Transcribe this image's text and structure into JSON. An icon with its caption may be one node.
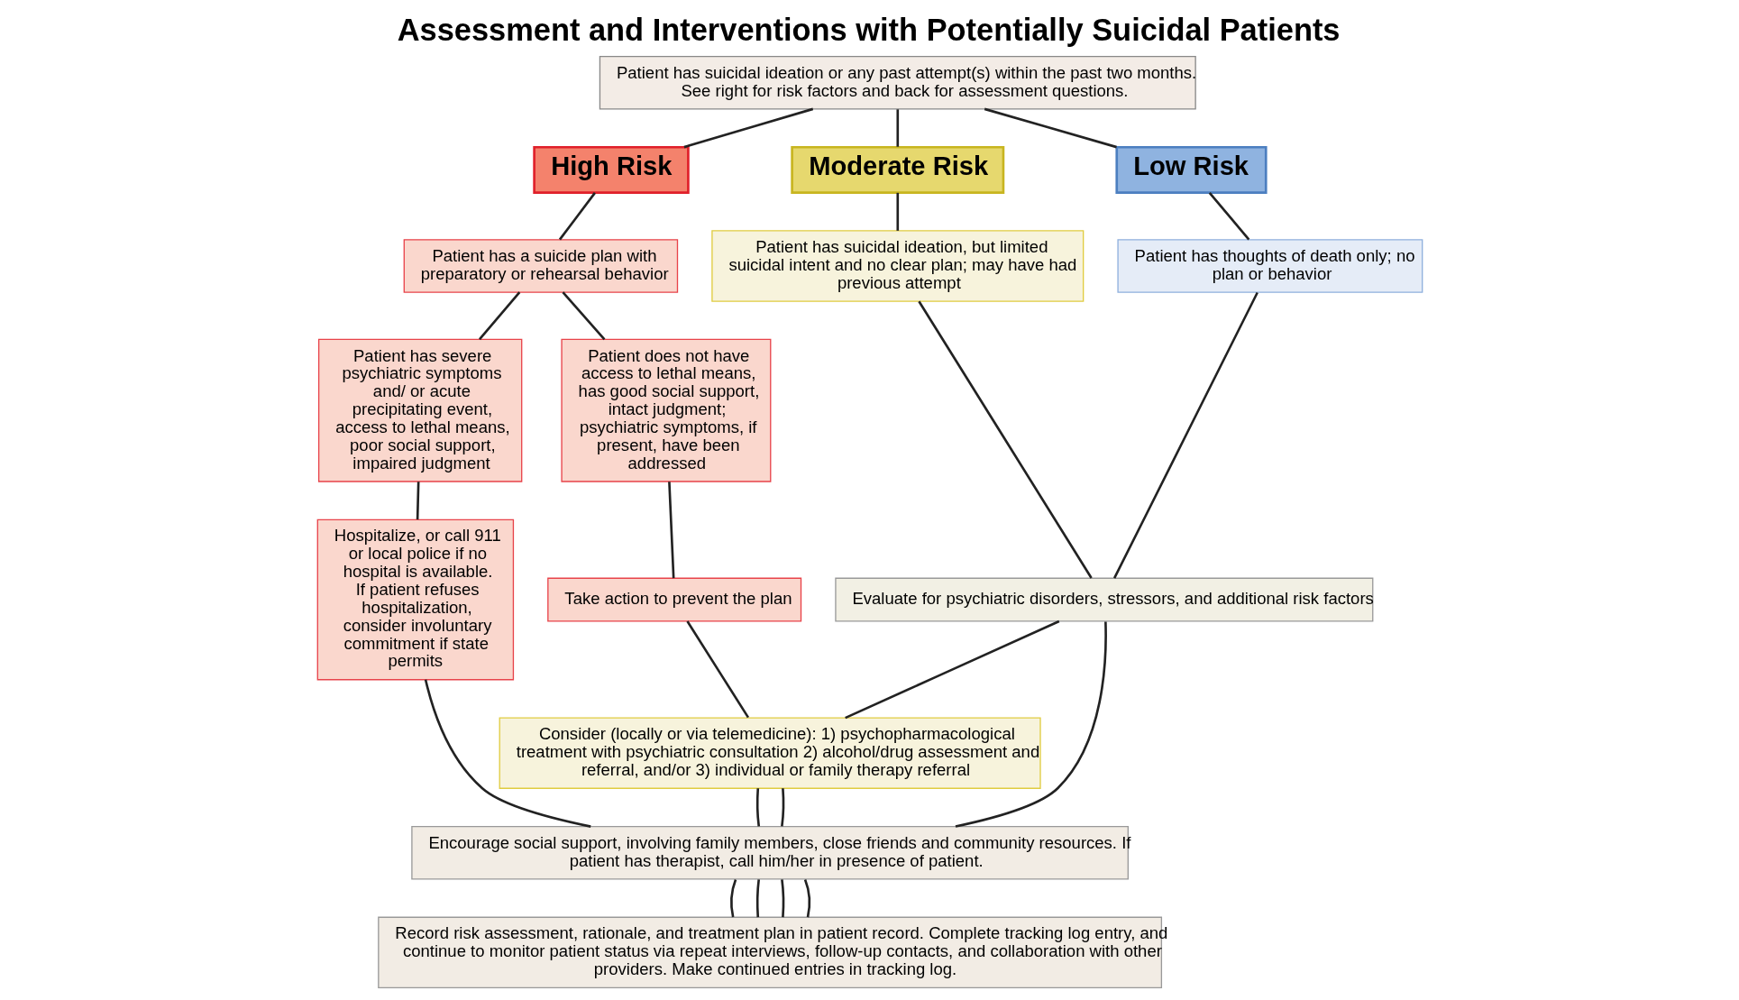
{
  "diagram": {
    "title": "Assessment and Interventions with Potentially Suicidal Patients",
    "nodes": [
      {
        "text": [
          "Patient has suicidal ideation or any past attempt(s) within the past two months. See right for risk factors and back for assessment questions."
        ]
      },
      {
        "text": [
          "High Risk"
        ]
      },
      {
        "text": [
          "Moderate Risk"
        ]
      },
      {
        "text": [
          "Low Risk"
        ]
      },
      {
        "text": [
          "Patient has a suicide plan with preparatory or rehearsal behavior"
        ]
      },
      {
        "text": [
          "Patient has suicidal ideation, but limited suicidal intent and no clear plan; may have had previous attempt"
        ]
      },
      {
        "text": [
          "Patient has thoughts of death only; no plan or behavior"
        ]
      },
      {
        "text": [
          "Patient has severe psychiatric symptoms and/ or acute precipitating event, access to lethal means, poor social support, impaired judgment"
        ]
      },
      {
        "text": [
          "Patient does not have access to lethal means, has good social support, intact judgment; psychiatric symptoms, if present, have been addressed"
        ]
      },
      {
        "text": [
          "Evaluate for psychiatric disorders, stressors, and additional risk factors"
        ]
      },
      {
        "text": [
          "Hospitalize, or call 911 or local police if no hospital is available. If patient refuses hospitalization, consider involuntary commitment if state permits"
        ]
      },
      {
        "text": [
          "Take action to prevent the plan"
        ]
      },
      {
        "text": [
          "Consider (locally or via telemedicine): 1) psychopharmacological treatment with psychiatric consultation 2) alcohol/drug assessment and referral, and/or 3) individual or family therapy referral"
        ]
      },
      {
        "text": [
          "Encourage social support, involving family members, close friends and community resources. If patient has therapist, call him/her in presence of patient."
        ]
      },
      {
        "text": [
          "Record risk assessment, rationale, and treatment plan in patient record. Complete tracking log entry, and continue to monitor patient status via repeat interviews, follow-up contacts, and collaboration with other providers. Make continued entries in tracking log."
        ]
      }
    ],
    "edges": [
      {
        "from": 0,
        "to": 1,
        "arrow": "none"
      },
      {
        "from": 0,
        "to": 2,
        "arrow": "none"
      },
      {
        "from": 0,
        "to": 3,
        "arrow": "none"
      },
      {
        "from": 1,
        "to": 4,
        "arrow": "none"
      },
      {
        "from": 2,
        "to": 5,
        "arrow": "none"
      },
      {
        "from": 3,
        "to": 6,
        "arrow": "none"
      },
      {
        "from": 4,
        "to": 7,
        "arrow": "none"
      },
      {
        "from": 4,
        "to": 8,
        "arrow": "none"
      },
      {
        "from": 5,
        "to": 9,
        "arrow": "none"
      },
      {
        "from": 6,
        "to": 9,
        "arrow": "none"
      },
      {
        "from": 7,
        "to": 10,
        "arrow": "none"
      },
      {
        "from": 8,
        "to": 11,
        "arrow": "none"
      },
      {
        "from": 11,
        "to": 12,
        "arrow": "none"
      },
      {
        "from": 9,
        "to": 12,
        "arrow": "none"
      },
      {
        "from": 10,
        "to": 13,
        "arrow": "none"
      },
      {
        "from": 12,
        "to": 13,
        "arrow": "none"
      },
      {
        "from": 12,
        "to": 13,
        "arrow": "none"
      },
      {
        "from": 9,
        "to": 13,
        "arrow": "none"
      },
      {
        "from": 13,
        "to": 14,
        "arrow": "none"
      },
      {
        "from": 13,
        "to": 14,
        "arrow": "none"
      },
      {
        "from": 13,
        "to": 14,
        "arrow": "none"
      },
      {
        "from": 13,
        "to": 14,
        "arrow": "none"
      }
    ]
  }
}
